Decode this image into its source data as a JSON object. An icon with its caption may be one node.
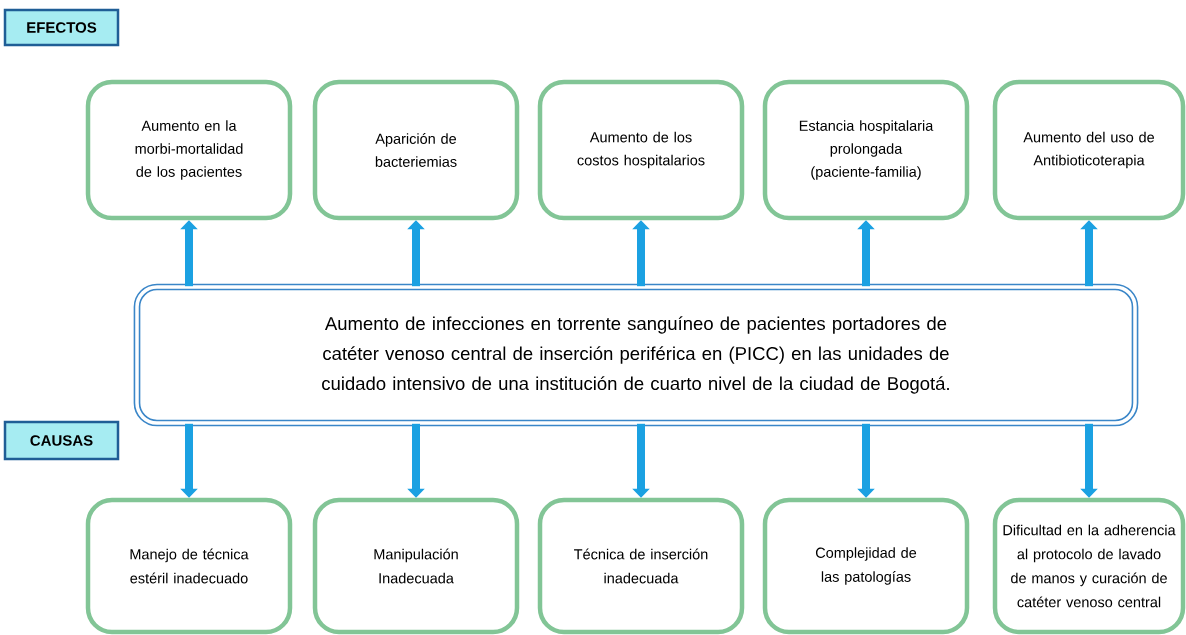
{
  "diagram": {
    "nodes": [
      {
        "text": [
          "EFECTOS"
        ]
      },
      {
        "text": [
          "Aumento en la morbi-mortalidad de los pacientes"
        ]
      },
      {
        "text": [
          "Aparición de bacteriemias"
        ]
      },
      {
        "text": [
          "Aumento de los costos hospitalarios"
        ]
      },
      {
        "text": [
          "Estancia hospitalaria prolongada (paciente-familia)"
        ]
      },
      {
        "text": [
          "Aumento del uso de Antibioticoterapia"
        ]
      },
      {
        "text": [
          "Aumento de infecciones en torrente sanguíneo de pacientes portadores de catéter venoso central de inserción periférica en (PICC) en las unidades de cuidado intensivo de una institución de cuarto nivel de la ciudad de Bogotá."
        ]
      },
      {
        "text": [
          "CAUSAS"
        ]
      },
      {
        "text": [
          "Manejo de técnica estéril  inadecuado"
        ]
      },
      {
        "text": [
          "Manipulación Inadecuada"
        ]
      },
      {
        "text": [
          "Técnica de inserción inadecuada"
        ]
      },
      {
        "text": [
          "Complejidad de las patologías"
        ]
      },
      {
        "text": [
          "Dificultad en la adherencia al protocolo de lavado de manos y curación de catéter venoso central"
        ]
      }
    ],
    "edges": [
      {
        "from": 6,
        "to": 1,
        "arrow": "to"
      },
      {
        "from": 6,
        "to": 2,
        "arrow": "to"
      },
      {
        "from": 6,
        "to": 3,
        "arrow": "to"
      },
      {
        "from": 6,
        "to": 4,
        "arrow": "to"
      },
      {
        "from": 6,
        "to": 5,
        "arrow": "to"
      },
      {
        "from": 6,
        "to": 8,
        "arrow": "to"
      },
      {
        "from": 6,
        "to": 9,
        "arrow": "to"
      },
      {
        "from": 6,
        "to": 10,
        "arrow": "to"
      },
      {
        "from": 6,
        "to": 11,
        "arrow": "to"
      },
      {
        "from": 6,
        "to": 12,
        "arrow": "to"
      }
    ]
  }
}
